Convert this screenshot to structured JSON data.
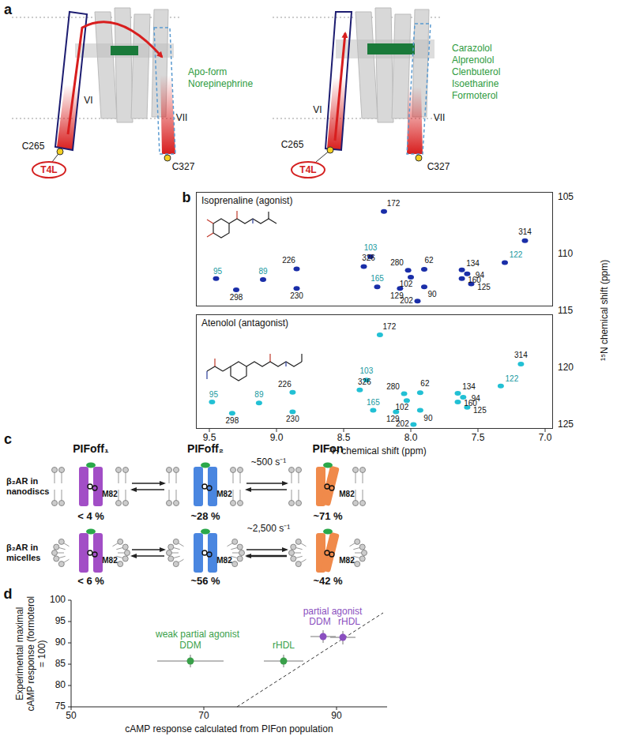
{
  "diagram": {
    "nodes": [
      {
        "text": [
          "T4L"
        ]
      },
      {
        "text": [
          "T4L"
        ]
      },
      {
        "text": [
          "Isoprenaline (agonist)"
        ]
      },
      {
        "text": [
          "Atenolol (antagonist)"
        ]
      }
    ],
    "labels": [
      "a",
      "C265",
      "C327",
      "VI",
      "VII",
      "Apo-form",
      "Norepinephrine",
      "C265",
      "C327",
      "VI",
      "VII",
      "Carazolol",
      "Alprenolol",
      "Clenbuterol",
      "Isoetharine",
      "Formoterol",
      "b",
      "172",
      "314",
      "103",
      "122",
      "326",
      "226",
      "280",
      "62",
      "134",
      "94",
      "95",
      "89",
      "160",
      "125",
      "102",
      "165",
      "298",
      "230",
      "129",
      "90",
      "202",
      "172",
      "314",
      "103",
      "122",
      "326",
      "226",
      "280",
      "62",
      "134",
      "94",
      "95",
      "89",
      "160",
      "125",
      "102",
      "165",
      "298",
      "230",
      "129",
      "90",
      "202",
      "105",
      "110",
      "115",
      "120",
      "125",
      "¹⁵N chemical shift (ppm)",
      "9.5",
      "9.0",
      "8.5",
      "8.0",
      "7.5",
      "7.0",
      "¹H chemical shift (ppm)",
      "c",
      "PIFoff₁",
      "PIFoff₂",
      "PIFon",
      "β₂AR in nanodiscs",
      "~500 s⁻¹",
      "M82",
      "M82",
      "M82",
      "< 4 %",
      "~28 %",
      "~71 %",
      "β₂AR in micelles",
      "~2,500 s⁻¹",
      "M82",
      "M82",
      "M82",
      "< 6 %",
      "~56 %",
      "~42 %",
      "d",
      "Experimental maximal cAMP response (formoterol = 100)",
      "75",
      "80",
      "85",
      "90",
      "95",
      "100",
      "50",
      "70",
      "90",
      "cAMP response calculated from PIFon population",
      "partial agonist",
      "DDM",
      "rHDL",
      "weak partial agonist",
      "DDM",
      "rHDL"
    ]
  }
}
